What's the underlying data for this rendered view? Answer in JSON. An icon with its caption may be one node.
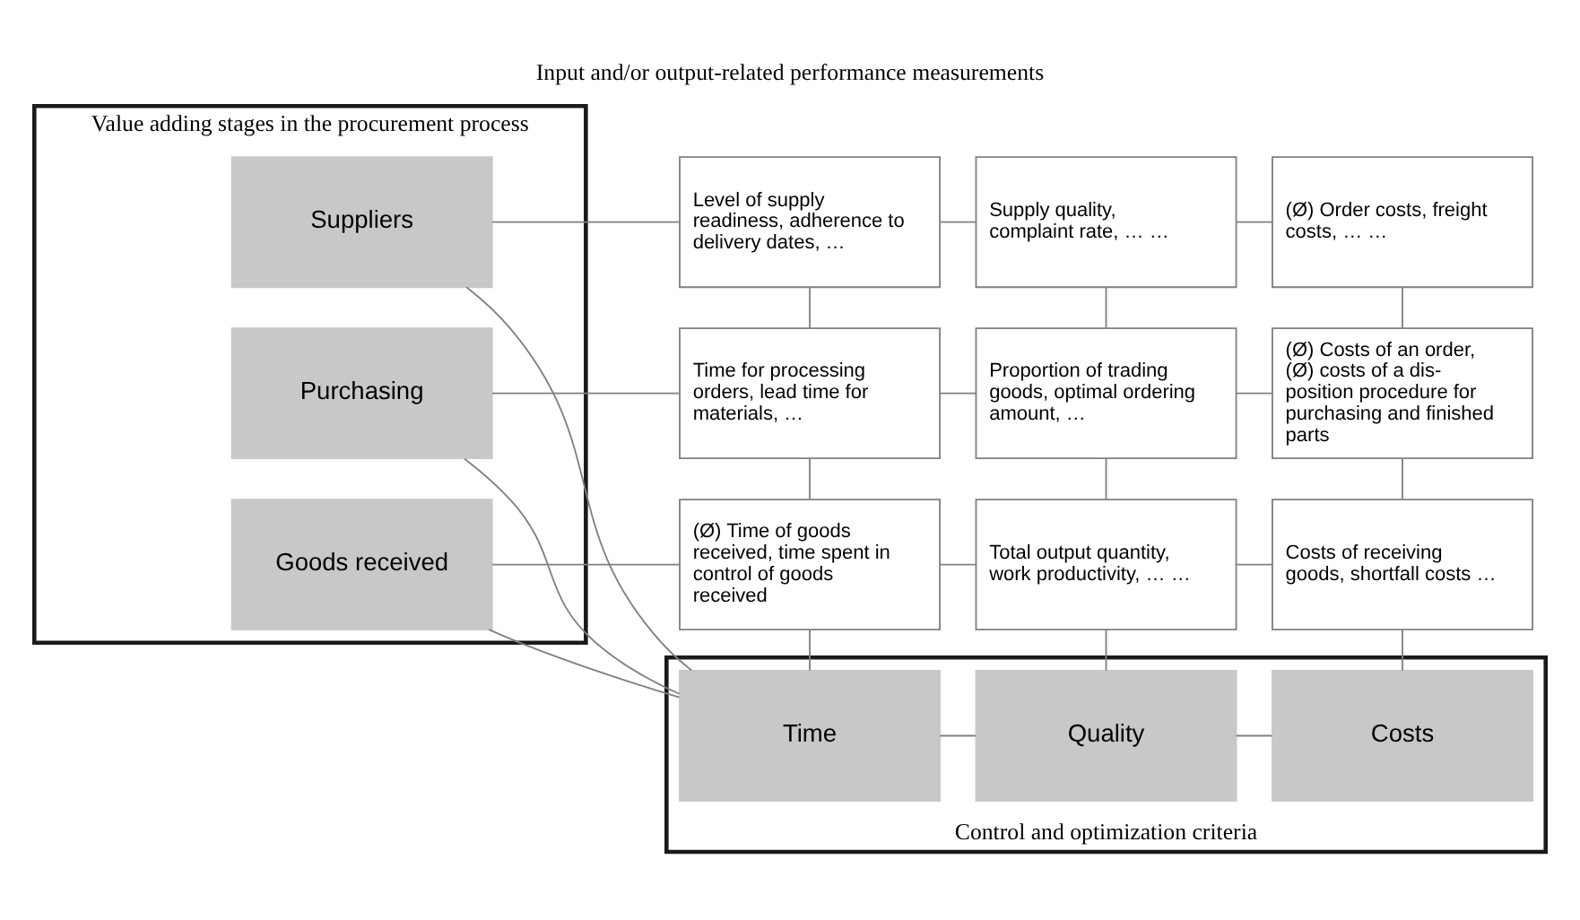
{
  "diagram": {
    "title": "Input and/or output-related performance measurements",
    "nodes": [
      {
        "text": [
          "Value adding stages in the procurement process"
        ]
      },
      {
        "text": [
          "Suppliers"
        ],
        "in": 0
      },
      {
        "text": [
          "Purchasing"
        ],
        "in": 0
      },
      {
        "text": [
          "Goods received"
        ],
        "in": 0
      },
      {
        "text": [
          "Level of supply readiness, adherence to delivery dates, …"
        ]
      },
      {
        "text": [
          "Supply quality, complaint rate, … …"
        ]
      },
      {
        "text": [
          "(Ø) Order costs, freight costs, … …"
        ]
      },
      {
        "text": [
          "Time for processing orders, lead time for materials, …"
        ]
      },
      {
        "text": [
          "Proportion of trading goods, optimal ordering amount, …"
        ]
      },
      {
        "text": [
          "(Ø) Costs of an order, (Ø) costs of a dis- position procedure for purchasing and finished parts"
        ]
      },
      {
        "text": [
          "(Ø) Time of goods received, time spent in control of goods received"
        ]
      },
      {
        "text": [
          "Total output quantity, work productivity, … …"
        ]
      },
      {
        "text": [
          "Costs of receiving goods, shortfall costs …"
        ]
      },
      {
        "text": [
          "Control and optimization criteria"
        ]
      },
      {
        "text": [
          "Time"
        ],
        "in": 13
      },
      {
        "text": [
          "Quality"
        ],
        "in": 13
      },
      {
        "text": [
          "Costs"
        ],
        "in": 13
      }
    ],
    "edges": [
      {
        "from": 1,
        "to": 4,
        "arrow": "none"
      },
      {
        "from": 4,
        "to": 5,
        "arrow": "none"
      },
      {
        "from": 5,
        "to": 6,
        "arrow": "none"
      },
      {
        "from": 2,
        "to": 7,
        "arrow": "none"
      },
      {
        "from": 7,
        "to": 8,
        "arrow": "none"
      },
      {
        "from": 8,
        "to": 9,
        "arrow": "none"
      },
      {
        "from": 3,
        "to": 10,
        "arrow": "none"
      },
      {
        "from": 10,
        "to": 11,
        "arrow": "none"
      },
      {
        "from": 11,
        "to": 12,
        "arrow": "none"
      },
      {
        "from": 4,
        "to": 7,
        "arrow": "none"
      },
      {
        "from": 7,
        "to": 10,
        "arrow": "none"
      },
      {
        "from": 10,
        "to": 14,
        "arrow": "none"
      },
      {
        "from": 5,
        "to": 8,
        "arrow": "none"
      },
      {
        "from": 8,
        "to": 11,
        "arrow": "none"
      },
      {
        "from": 11,
        "to": 15,
        "arrow": "none"
      },
      {
        "from": 6,
        "to": 9,
        "arrow": "none"
      },
      {
        "from": 9,
        "to": 12,
        "arrow": "none"
      },
      {
        "from": 12,
        "to": 16,
        "arrow": "none"
      },
      {
        "from": 14,
        "to": 15,
        "arrow": "none"
      },
      {
        "from": 15,
        "to": 16,
        "arrow": "none"
      },
      {
        "from": 1,
        "to": 14,
        "arrow": "none"
      },
      {
        "from": 2,
        "to": 14,
        "arrow": "none"
      },
      {
        "from": 3,
        "to": 14,
        "arrow": "none"
      }
    ]
  }
}
